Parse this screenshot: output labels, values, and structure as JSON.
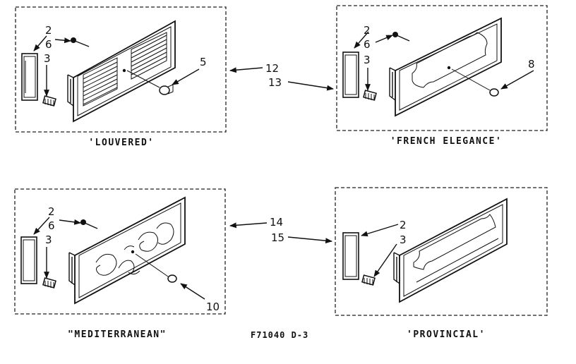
{
  "panels": {
    "louvered": {
      "caption": "'LOUVERED'",
      "callouts": {
        "a": "2",
        "b": "6",
        "c": "3",
        "d": "5"
      }
    },
    "french": {
      "caption": "'FRENCH ELEGANCE'",
      "callouts": {
        "a": "2",
        "b": "6",
        "c": "3",
        "d": "8"
      }
    },
    "mediterranean": {
      "caption": "\"MEDITERRANEAN\"",
      "callouts": {
        "a": "2",
        "b": "6",
        "c": "3",
        "d": "10"
      }
    },
    "provincial": {
      "caption": "'PROVINCIAL'",
      "callouts": {
        "a": "2",
        "b": "3"
      }
    }
  },
  "middle_refs": {
    "top": {
      "a": "12",
      "b": "13"
    },
    "bottom": {
      "a": "14",
      "b": "15"
    }
  },
  "drawing_code": "F71040 D-3"
}
